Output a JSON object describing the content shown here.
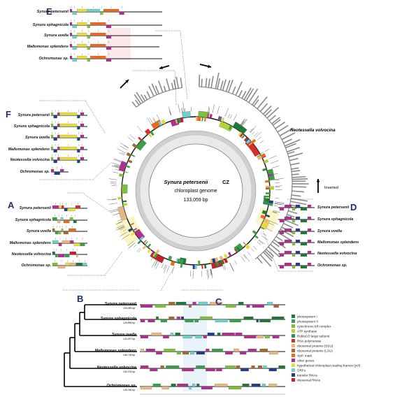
{
  "panels": {
    "E": {
      "letter": "E",
      "species": [
        "Synura petersenii",
        "Synura sphagnicola",
        "Synura uvella",
        "Mallomonas splendens",
        "Ochromonas sp."
      ]
    },
    "F": {
      "letter": "F",
      "species": [
        "Synura petersenii",
        "Synura sphagnicola",
        "Synura uvella",
        "Mallomonas splendens",
        "Neotessella volvocina",
        "Ochromonas sp."
      ]
    },
    "A": {
      "letter": "A",
      "species": [
        "Synura petersenii",
        "Synura sphagnicola",
        "Synura uvella",
        "Mallomonas splendens",
        "Neotessella volvocina",
        "Ochromonas sp."
      ]
    },
    "D": {
      "letter": "D",
      "species": [
        "Synura petersenii",
        "Synura sphagnicola",
        "Synura uvella",
        "Mallomonas splendens",
        "Neotessella volvocina",
        "Ochromonas sp."
      ]
    },
    "B": {
      "letter": "B"
    },
    "C": {
      "letter": "C"
    }
  },
  "genome_map": {
    "title_species": "Synura petersenii",
    "title_strain": "CZ",
    "subtitle": "chloroplast genome",
    "size": "133,059 bp",
    "outer_label": "Neotessella volvocina",
    "inverted_label": "Inverted"
  },
  "phylogeny": {
    "taxa": [
      {
        "name": "Synura petersenii",
        "size": "133,059 bp"
      },
      {
        "name": "Synura sphagnicola",
        "size": "129,899 bp"
      },
      {
        "name": "Synura uvella",
        "size": "133,257 bp"
      },
      {
        "name": "Mallomonas splendens",
        "size": "146,718 bp"
      },
      {
        "name": "Neotessella volvocina",
        "size": "130,703 bp"
      },
      {
        "name": "Ochromonas sp.",
        "size": "126,746 bp"
      }
    ]
  },
  "legend": [
    {
      "label": "photosystem I",
      "color": "#1f7a3a"
    },
    {
      "label": "photosystem II",
      "color": "#3aa04a"
    },
    {
      "label": "cytochrome b/f complex",
      "color": "#7fbf3f"
    },
    {
      "label": "ATP synthase",
      "color": "#b5d334"
    },
    {
      "label": "RubisCO large subunit",
      "color": "#2f8f4f"
    },
    {
      "label": "RNA polymerase",
      "color": "#d6302a"
    },
    {
      "label": "ribosomal proteins (SSU)",
      "color": "#e6b880"
    },
    {
      "label": "ribosomal proteins (LSU)",
      "color": "#a36b2e"
    },
    {
      "label": "clpP, matK",
      "color": "#e86a1f"
    },
    {
      "label": "other genes",
      "color": "#b0308f"
    },
    {
      "label": "hypothetical chloroplast reading frames (ycf)",
      "color": "#e8dc3c"
    },
    {
      "label": "ORFs",
      "color": "#6fd0c8"
    },
    {
      "label": "transfer RNAs",
      "color": "#243c8a"
    },
    {
      "label": "ribosomal RNAs",
      "color": "#c0242a"
    }
  ]
}
